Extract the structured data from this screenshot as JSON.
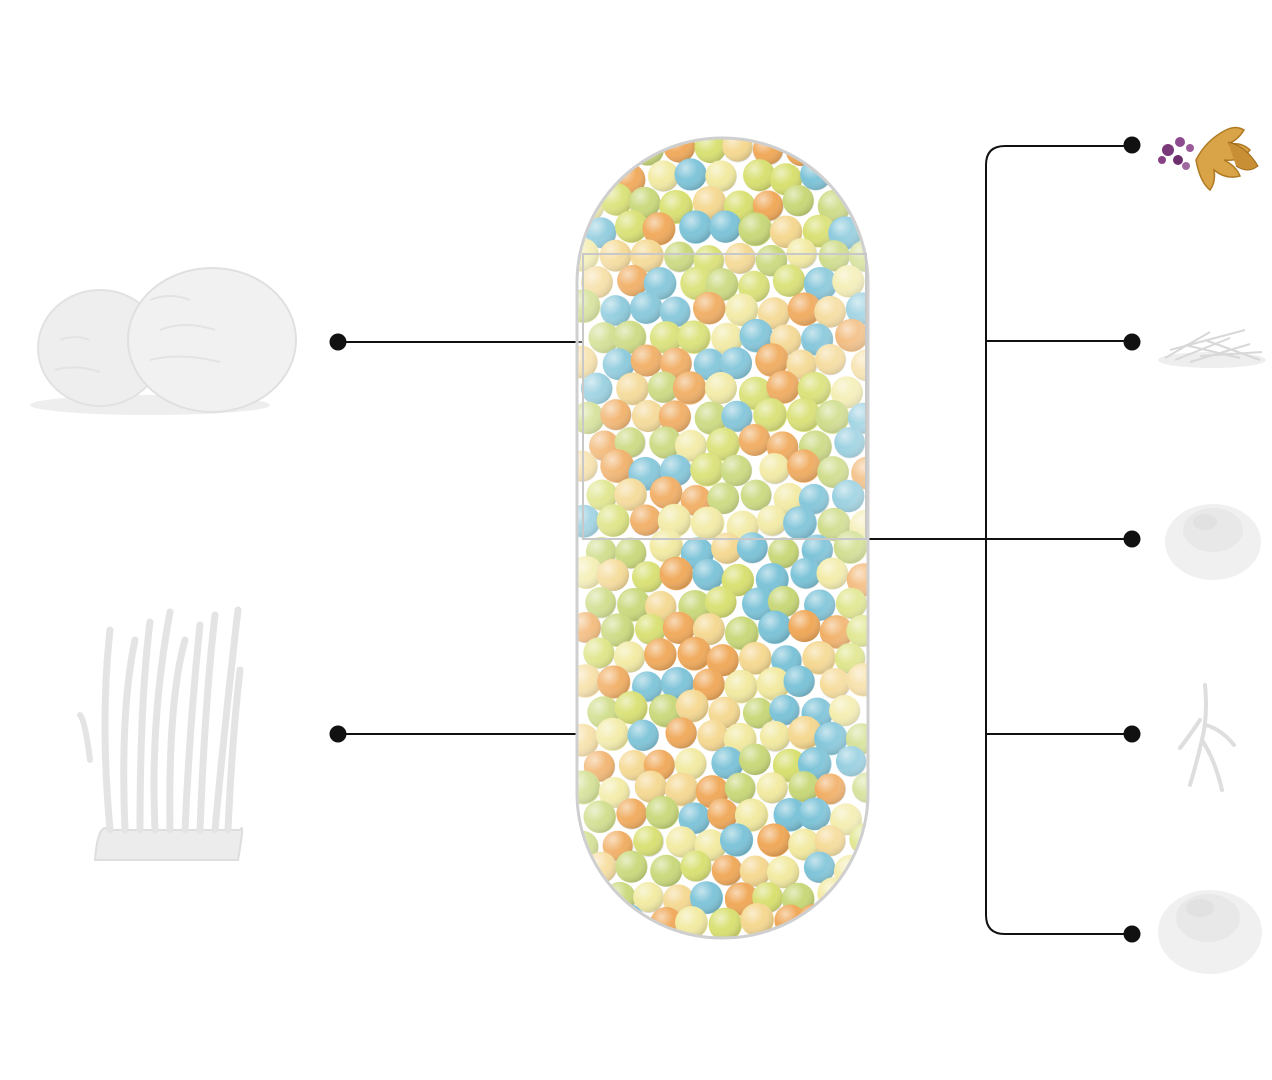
{
  "title": "",
  "ingredients": {
    "left": [
      {
        "name": "lions-mane-mushroom",
        "highlighted": false
      },
      {
        "name": "cordyceps-mushroom",
        "highlighted": false
      }
    ],
    "right": [
      {
        "name": "herb-roots-and-flowers",
        "highlighted": true
      },
      {
        "name": "shredded-herb",
        "highlighted": false
      },
      {
        "name": "powder",
        "highlighted": false
      },
      {
        "name": "ginseng-root",
        "highlighted": false
      },
      {
        "name": "powder",
        "highlighted": false
      }
    ]
  },
  "capsule": {
    "bead_colors": [
      "#7cc3d8",
      "#f0a858",
      "#d8e070",
      "#f2eaa0",
      "#c8d878",
      "#f5d890"
    ]
  },
  "colors": {
    "line": "#111111",
    "ghost_image": "#e9e9e9",
    "ghost_shadow": "#d6d6d6"
  }
}
